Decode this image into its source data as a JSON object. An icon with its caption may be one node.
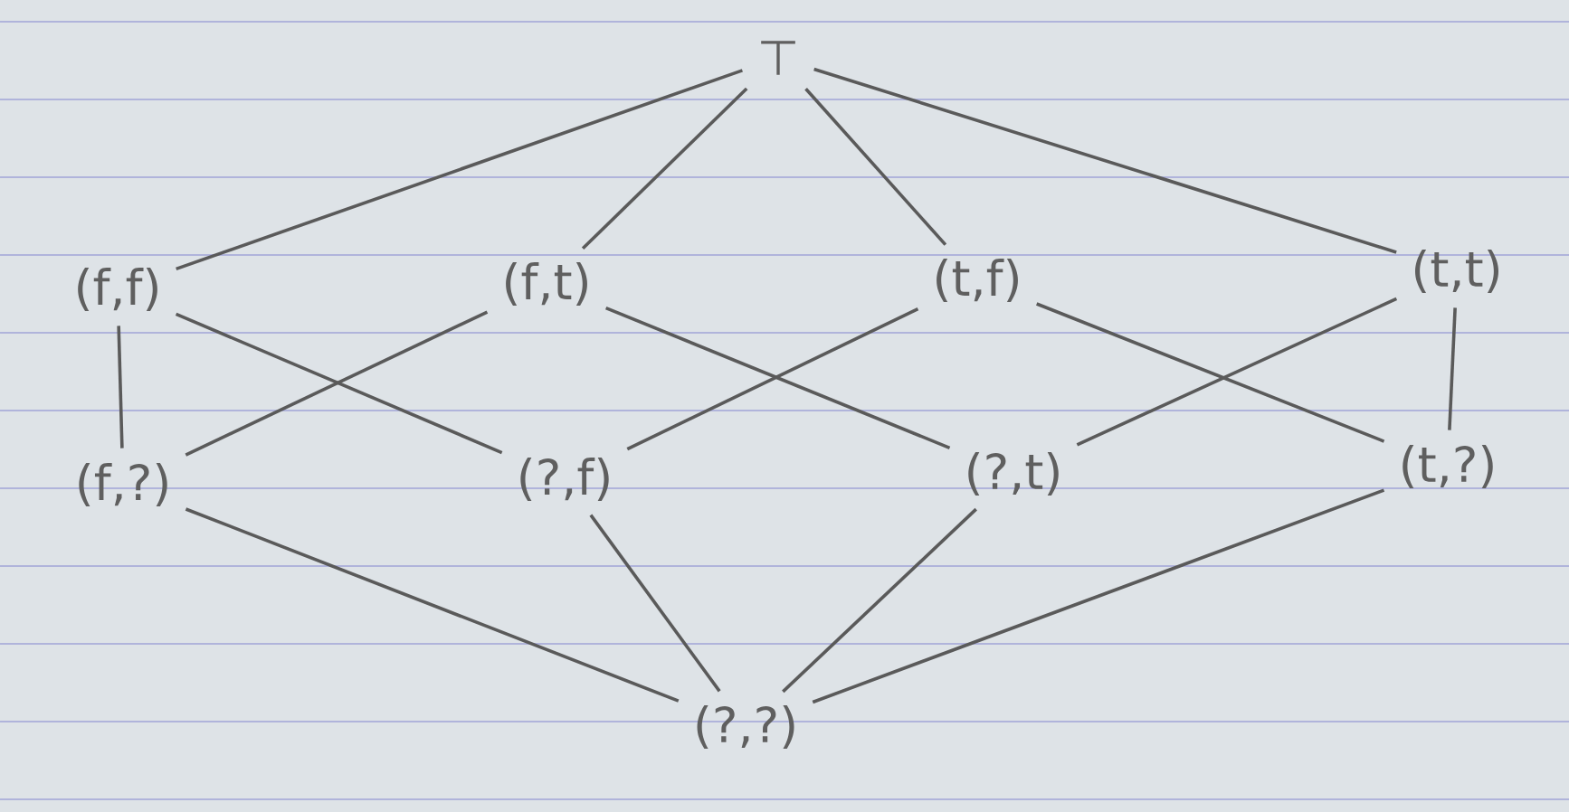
{
  "diagram": {
    "nodes": [
      {
        "text": [
          "⊤"
        ]
      },
      {
        "text": [
          "(f,f)"
        ]
      },
      {
        "text": [
          "(f,t)"
        ]
      },
      {
        "text": [
          "(t,f)"
        ]
      },
      {
        "text": [
          "(t,t)"
        ]
      },
      {
        "text": [
          "(f,?)"
        ]
      },
      {
        "text": [
          "(?,f)"
        ]
      },
      {
        "text": [
          "(?,t)"
        ]
      },
      {
        "text": [
          "(t,?)"
        ]
      },
      {
        "text": [
          "(?,?)"
        ]
      }
    ],
    "edges": [
      {
        "from": 0,
        "to": 1,
        "arrow": "none"
      },
      {
        "from": 0,
        "to": 2,
        "arrow": "none"
      },
      {
        "from": 0,
        "to": 3,
        "arrow": "none"
      },
      {
        "from": 0,
        "to": 4,
        "arrow": "none"
      },
      {
        "from": 1,
        "to": 5,
        "arrow": "none"
      },
      {
        "from": 1,
        "to": 6,
        "arrow": "none"
      },
      {
        "from": 2,
        "to": 5,
        "arrow": "none"
      },
      {
        "from": 2,
        "to": 7,
        "arrow": "none"
      },
      {
        "from": 3,
        "to": 6,
        "arrow": "none"
      },
      {
        "from": 3,
        "to": 8,
        "arrow": "none"
      },
      {
        "from": 4,
        "to": 7,
        "arrow": "none"
      },
      {
        "from": 4,
        "to": 8,
        "arrow": "none"
      },
      {
        "from": 5,
        "to": 9,
        "arrow": "none"
      },
      {
        "from": 6,
        "to": 9,
        "arrow": "none"
      },
      {
        "from": 7,
        "to": 9,
        "arrow": "none"
      },
      {
        "from": 8,
        "to": 9,
        "arrow": "none"
      }
    ]
  }
}
